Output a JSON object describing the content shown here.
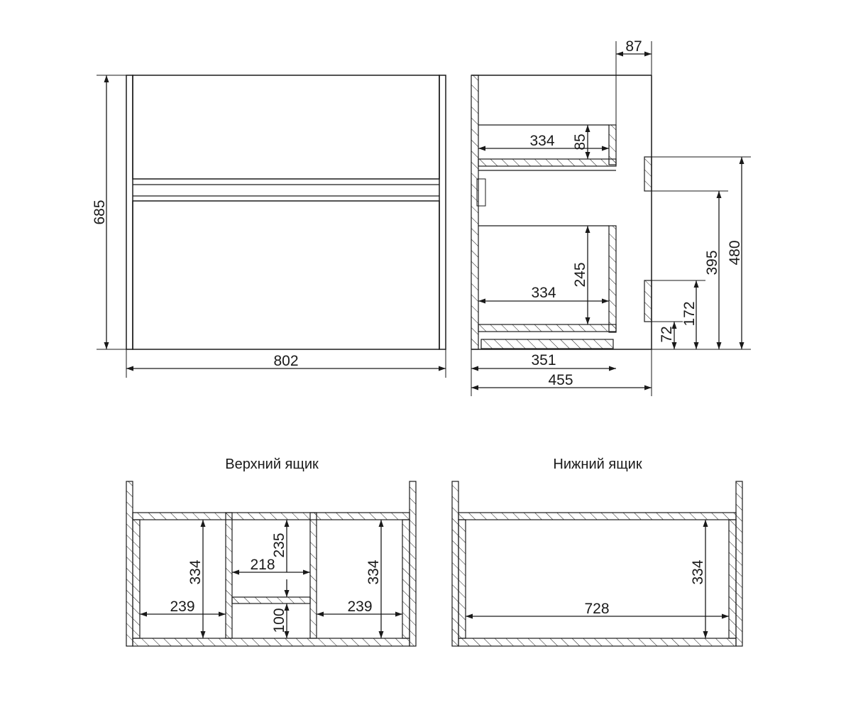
{
  "front_view": {
    "height": "685",
    "width": "802"
  },
  "side_view": {
    "depth_top": "87",
    "upper_inner_width": "334",
    "upper_inner_height": "85",
    "lower_inner_height": "245",
    "lower_inner_width": "334",
    "drawer_depth": "351",
    "overall_depth": "455",
    "mount_480": "480",
    "mount_395": "395",
    "mount_172": "172",
    "mount_72": "72"
  },
  "top_drawer": {
    "title": "Верхний ящик",
    "left_height": "334",
    "left_width": "239",
    "center_top_height": "235",
    "center_width": "218",
    "center_bottom_height": "100",
    "right_height": "334",
    "right_width": "239"
  },
  "bottom_drawer": {
    "title": "Нижний ящик",
    "width": "728",
    "height": "334"
  }
}
